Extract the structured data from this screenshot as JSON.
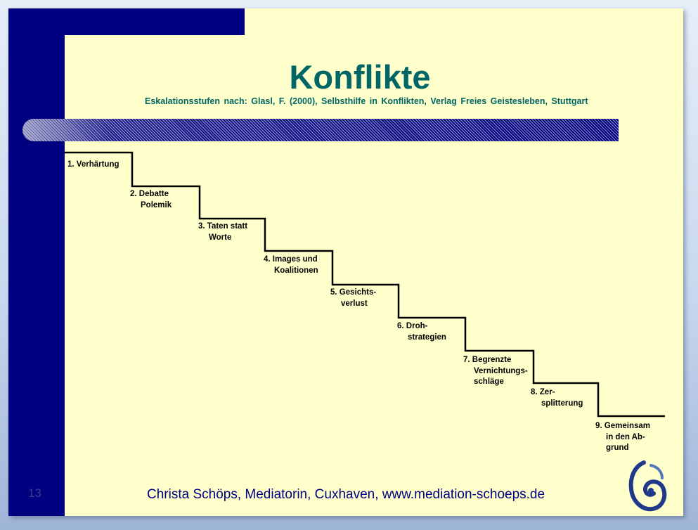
{
  "slide": {
    "title": "Konflikte",
    "subtitle": "Eskalationsstufen nach: Glasl, F. (2000), Selbsthilfe in Konflikten, Verlag Freies Geistesleben, Stuttgart",
    "page_number": "13",
    "footer": "Christa Schöps, Mediatorin, Cuxhaven, www.mediation-schoeps.de",
    "logo_icon": "spiral-logo-icon"
  },
  "steps": [
    {
      "line1": "1. Verhärtung",
      "line2": ""
    },
    {
      "line1": "2. Debatte",
      "line2": "Polemik"
    },
    {
      "line1": "3. Taten statt",
      "line2": "Worte"
    },
    {
      "line1": "4. Images und",
      "line2": "Koalitionen"
    },
    {
      "line1": "5. Gesichts-",
      "line2": "verlust"
    },
    {
      "line1": "6. Droh-",
      "line2": "strategien"
    },
    {
      "line1": "7. Begrenzte",
      "line2": "Vernichtungs-",
      "line3": "schläge"
    },
    {
      "line1": "8. Zer-",
      "line2": "splitterung"
    },
    {
      "line1": "9. Gemeinsam",
      "line2": "in den Ab-",
      "line3": "grund"
    }
  ],
  "colors": {
    "background": "#ffffcc",
    "navy": "#000080",
    "title": "#006666"
  }
}
